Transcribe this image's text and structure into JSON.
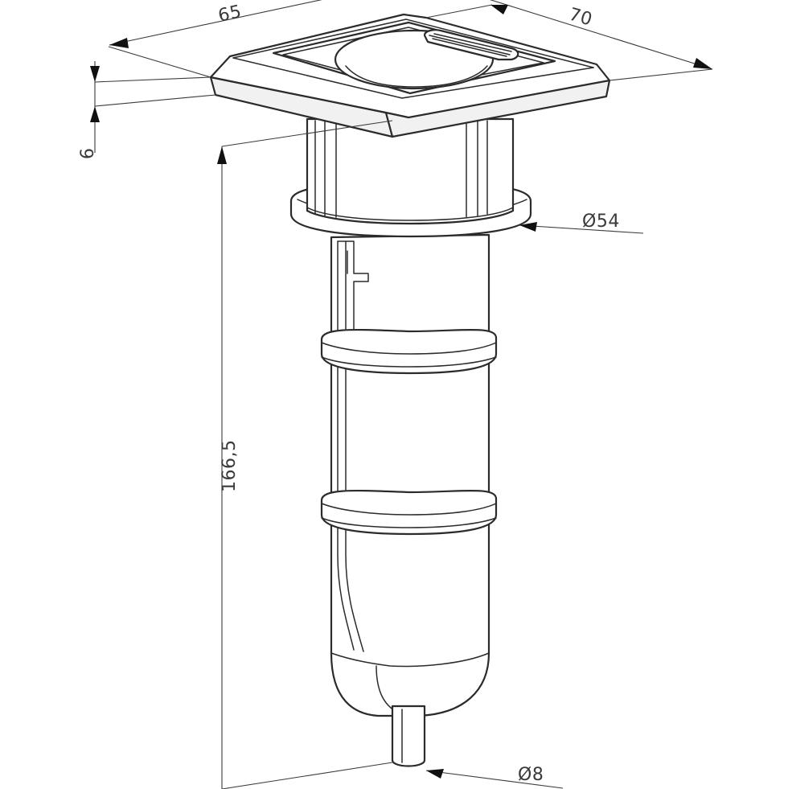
{
  "dimensions": {
    "top_width_label": "65",
    "top_depth_label": "70",
    "flange_thickness_label": "6",
    "total_height_label": "166,5",
    "ring_diameter_label": "Ø54",
    "outlet_diameter_label": "Ø8"
  },
  "colors": {
    "line": "#2b2b2b",
    "dimension": "#3a3a3a",
    "arrow": "#111111",
    "background": "#ffffff"
  }
}
